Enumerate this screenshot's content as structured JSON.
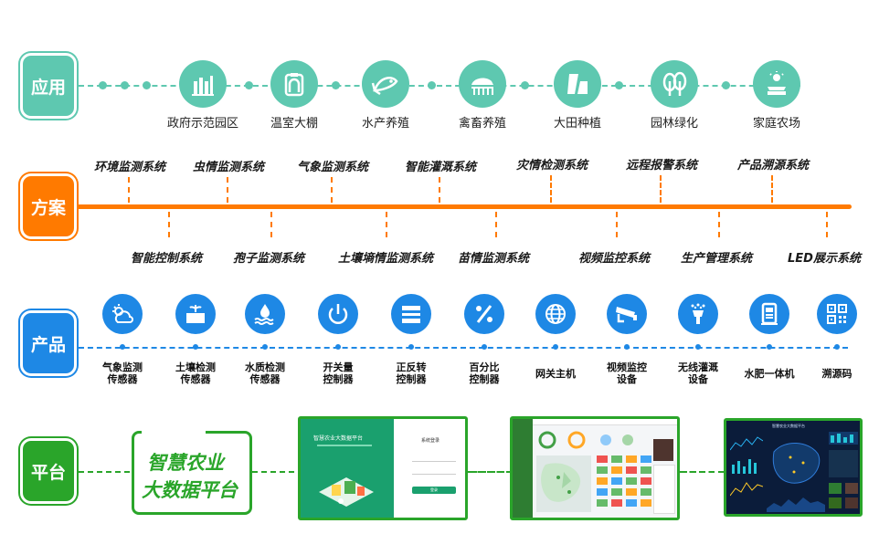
{
  "rows": {
    "app": {
      "label": "应用",
      "color": "#5ec8b0"
    },
    "solution": {
      "label": "方案",
      "color": "#ff7a00"
    },
    "product": {
      "label": "产品",
      "color": "#1e88e5"
    },
    "platform": {
      "label": "平台",
      "color": "#2aa52a"
    }
  },
  "applications": [
    {
      "label": "政府示范园区",
      "icon": "government-park-icon"
    },
    {
      "label": "温室大棚",
      "icon": "greenhouse-icon"
    },
    {
      "label": "水产养殖",
      "icon": "fish-icon"
    },
    {
      "label": "禽畜养殖",
      "icon": "livestock-icon"
    },
    {
      "label": "大田种植",
      "icon": "field-icon"
    },
    {
      "label": "园林绿化",
      "icon": "tree-icon"
    },
    {
      "label": "家庭农场",
      "icon": "farm-icon"
    }
  ],
  "solutions_top": [
    "环境监测系统",
    "虫情监测系统",
    "气象监测系统",
    "智能灌溉系统",
    "灾情检测系统",
    "远程报警系统",
    "产品溯源系统"
  ],
  "solutions_bottom": [
    "智能控制系统",
    "孢子监测系统",
    "土壤墒情监测系统",
    "苗情监测系统",
    "视频监控系统",
    "生产管理系统",
    "LED展示系统"
  ],
  "products": [
    {
      "line1": "气象监测",
      "line2": "传感器",
      "icon": "weather-icon"
    },
    {
      "line1": "土壤检测",
      "line2": "传感器",
      "icon": "soil-icon"
    },
    {
      "line1": "水质检测",
      "line2": "传感器",
      "icon": "water-drop-icon"
    },
    {
      "line1": "开关量",
      "line2": "控制器",
      "icon": "power-icon"
    },
    {
      "line1": "正反转",
      "line2": "控制器",
      "icon": "reversal-icon"
    },
    {
      "line1": "百分比",
      "line2": "控制器",
      "icon": "percent-icon"
    },
    {
      "line1": "网关主机",
      "line2": "",
      "icon": "globe-icon"
    },
    {
      "line1": "视频监控",
      "line2": "设备",
      "icon": "camera-icon"
    },
    {
      "line1": "无线灌溉",
      "line2": "设备",
      "icon": "irrigation-icon"
    },
    {
      "line1": "水肥一体机",
      "line2": "",
      "icon": "fertilizer-icon"
    },
    {
      "line1": "溯源码",
      "line2": "",
      "icon": "qrcode-icon"
    }
  ],
  "platform": {
    "badge_line1": "智慧农业",
    "badge_line2": "大数据平台",
    "login_title": "智慧农业大数据平台",
    "login_box_title": "系统登录",
    "login_button": "登录",
    "dashboard_title": "智慧农业大数据平台"
  }
}
